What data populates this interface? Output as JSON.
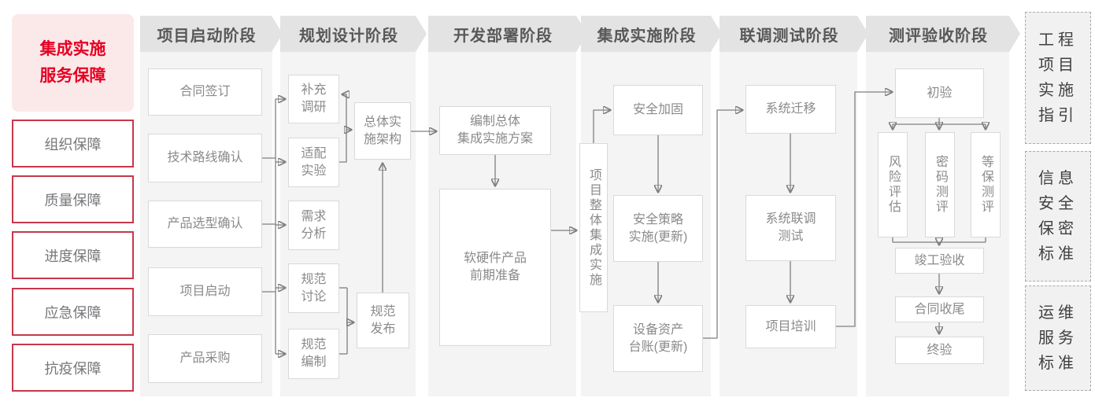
{
  "sidebar": {
    "title": "集成实施\n服务保障",
    "items": [
      {
        "label": "组织保障"
      },
      {
        "label": "质量保障"
      },
      {
        "label": "进度保障"
      },
      {
        "label": "应急保障"
      },
      {
        "label": "抗疫保障"
      }
    ]
  },
  "phases": [
    {
      "label": "项目启动阶段"
    },
    {
      "label": "规划设计阶段"
    },
    {
      "label": "开发部署阶段"
    },
    {
      "label": "集成实施阶段"
    },
    {
      "label": "联调测试阶段"
    },
    {
      "label": "测评验收阶段"
    }
  ],
  "nodes": {
    "contract_sign": "合同签订",
    "tech_route": "技术路线确认",
    "product_selection": "产品选型确认",
    "project_kickoff": "项目启动",
    "product_procurement": "产品采购",
    "supplement_research": "补充\n调研",
    "adaptation_test": "适配\n实验",
    "requirement_analysis": "需求\n分析",
    "spec_discussion": "规范\n讨论",
    "spec_compilation": "规范\n编制",
    "overall_arch": "总体实\n施架构",
    "spec_release": "规范\n发布",
    "overall_plan": "编制总体\n集成实施方案",
    "product_preparation": "软硬件产品\n前期准备",
    "overall_integration": "项目整体集成实施",
    "security_hardening": "安全加固",
    "security_policy": "安全策略\n实施(更新)",
    "asset_ledger": "设备资产\n台账(更新)",
    "system_migration": "系统迁移",
    "joint_testing": "系统联调\n测试",
    "project_training": "项目培训",
    "initial_acceptance": "初验",
    "risk_assessment": "风险评估",
    "crypto_evaluation": "密码测评",
    "mlps_evaluation": "等保测评",
    "completion_acceptance": "竣工验收",
    "contract_closure": "合同收尾",
    "final_acceptance": "终验"
  },
  "right_panel": {
    "items": [
      {
        "label": "工程\n项目\n实施\n指引"
      },
      {
        "label": "信息\n安全\n保密\n标准"
      },
      {
        "label": "运维\n服务\n标准"
      }
    ]
  },
  "colors": {
    "accent_red": "#e60023",
    "red_border": "#c5384a",
    "pink_bg": "#fbe9ea",
    "band_bg": "#e3e3e3",
    "band_text": "#595757",
    "panel_bg": "#f4f4f4",
    "node_border": "#d9d9d9",
    "node_text": "#8a8a8a",
    "line_gray": "#7f7f7f"
  }
}
